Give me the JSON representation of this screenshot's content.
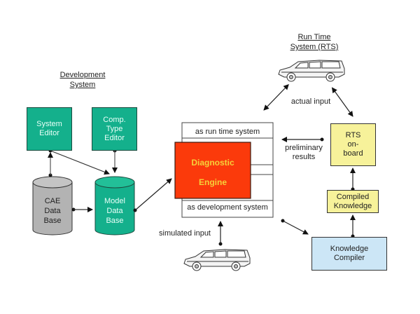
{
  "development_system": {
    "title_line1": "Development",
    "title_line2": "System",
    "system_editor": {
      "line1": "System",
      "line2": "Editor"
    },
    "comp_type_editor": {
      "line1": "Comp.",
      "line2": "Type",
      "line3": "Editor"
    },
    "cae_database": {
      "line1": "CAE",
      "line2": "Data",
      "line3": "Base"
    },
    "model_database": {
      "line1": "Model",
      "line2": "Data",
      "line3": "Base"
    }
  },
  "diagnostic_engine": {
    "line1": "Diagnostic",
    "line2": "Engine",
    "as_run_time": "as run time system",
    "as_development": "as development system"
  },
  "run_time_system": {
    "title_line1": "Run Time",
    "title_line2": "System (RTS)",
    "actual_input": "actual input",
    "rts_onboard": {
      "line1": "RTS",
      "line2": "on-",
      "line3": "board"
    },
    "compiled_knowledge": {
      "line1": "Compiled",
      "line2": "Knowledge"
    },
    "knowledge_compiler": {
      "line1": "Knowledge",
      "line2": "Compiler"
    },
    "preliminary_results": {
      "line1": "preliminary",
      "line2": "results"
    }
  },
  "simulated_input": "simulated input",
  "colors": {
    "green": "#14b08c",
    "red": "#fb3a0b",
    "engine_text": "#f5d13a",
    "yellow": "#f7f29a",
    "blue": "#cce6f6",
    "gray": "#b3b3b3"
  }
}
